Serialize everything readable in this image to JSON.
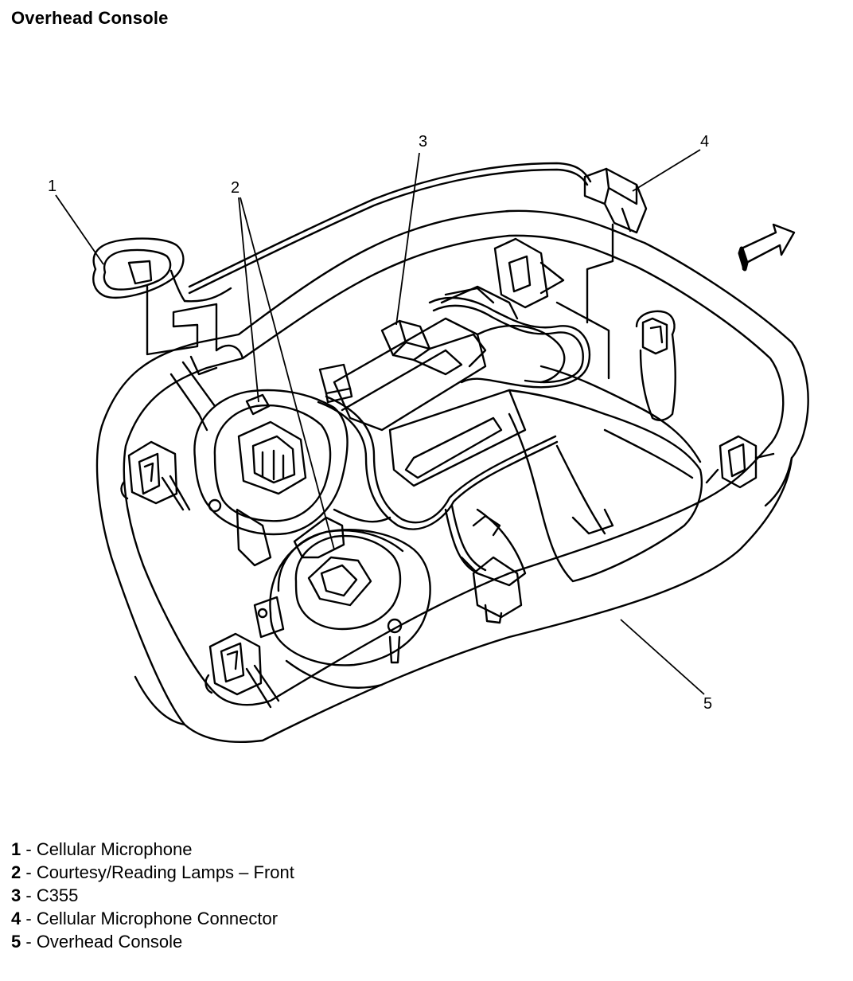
{
  "title": "Overhead Console",
  "callouts": [
    "1",
    "2",
    "3",
    "4",
    "5"
  ],
  "legend": [
    {
      "num": "1",
      "sep": " - ",
      "label": "Cellular Microphone"
    },
    {
      "num": "2",
      "sep": " - ",
      "label": "Courtesy/Reading Lamps – Front"
    },
    {
      "num": "3",
      "sep": " - ",
      "label": "C355"
    },
    {
      "num": "4",
      "sep": " - ",
      "label": "Cellular Microphone Connector"
    },
    {
      "num": "5",
      "sep": " - ",
      "label": "Overhead Console"
    }
  ],
  "icons": {
    "direction_arrow": "front-direction-arrow-icon"
  },
  "colors": {
    "line": "#000000",
    "background": "#ffffff"
  }
}
